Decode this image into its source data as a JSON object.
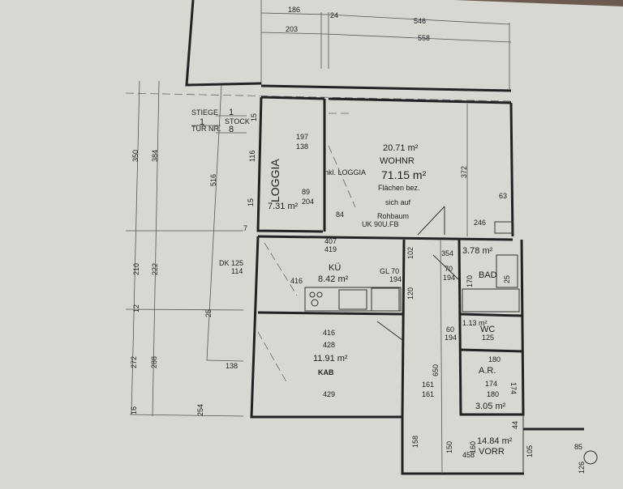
{
  "title_block": {
    "stiege_label": "STIEGE",
    "stiege": "1",
    "stock": "1",
    "stock_label": "STOCK",
    "tuer_label": "TÜR NR.",
    "tuer": "8"
  },
  "top_dims": [
    "186",
    "24",
    "546",
    "203",
    "558"
  ],
  "left_dims": [
    "350",
    "384",
    "516",
    "210",
    "222",
    "12",
    "25",
    "272",
    "288",
    "16",
    "254",
    "138"
  ],
  "loggia": {
    "name": "LOGGIA",
    "area": "7.31 m²",
    "dims": [
      "197",
      "138",
      "89",
      "204",
      "15",
      "116",
      "15",
      "7"
    ]
  },
  "wohnr": {
    "area": "20.71 m²",
    "name": "WOHNR",
    "incl": "inkl. LOGGIA",
    "total": "71.15 m²",
    "note1": "Flächen bez.",
    "note2": "sich auf",
    "note3": "Rohbaum",
    "sill": "UK 90U.FB",
    "dims": [
      "372",
      "63",
      "246",
      "84"
    ]
  },
  "kueche": {
    "name": "KÜ",
    "area": "8.42 m²",
    "dims": [
      "407",
      "419",
      "416",
      "DK 125",
      "114",
      "GL 70",
      "194",
      "102",
      "120"
    ]
  },
  "kab": {
    "name": "KAB",
    "area": "11.91 m²",
    "dims": [
      "416",
      "428",
      "429",
      "161",
      "161",
      "650"
    ]
  },
  "bad": {
    "name": "BAD",
    "area": "3.78 m²",
    "dims": [
      "354",
      "170",
      "70",
      "194",
      "25"
    ]
  },
  "wc": {
    "name": "WC",
    "area": "1.13 m²",
    "dims": [
      "125",
      "60",
      "194"
    ]
  },
  "ar": {
    "name": "A.R.",
    "area": "3.05 m²",
    "dims": [
      "180",
      "174",
      "180",
      "174"
    ]
  },
  "vorr": {
    "name": "VORR",
    "area": "14.84 m²",
    "dims": [
      "458",
      "150",
      "160",
      "158",
      "105",
      "85",
      "126",
      "44"
    ]
  }
}
